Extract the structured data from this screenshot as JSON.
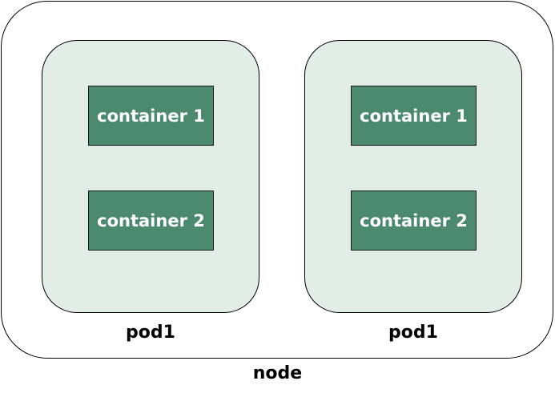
{
  "node": {
    "label": "node"
  },
  "pods": [
    {
      "label": "pod1",
      "containers": [
        "container 1",
        "container 2"
      ]
    },
    {
      "label": "pod1",
      "containers": [
        "container 1",
        "container 2"
      ]
    }
  ],
  "colors": {
    "node_fill": "#ffffff",
    "pod_fill": "#e2ede8",
    "container_fill": "#4b8a6f",
    "container_text": "#ffffff",
    "border": "#000000"
  }
}
